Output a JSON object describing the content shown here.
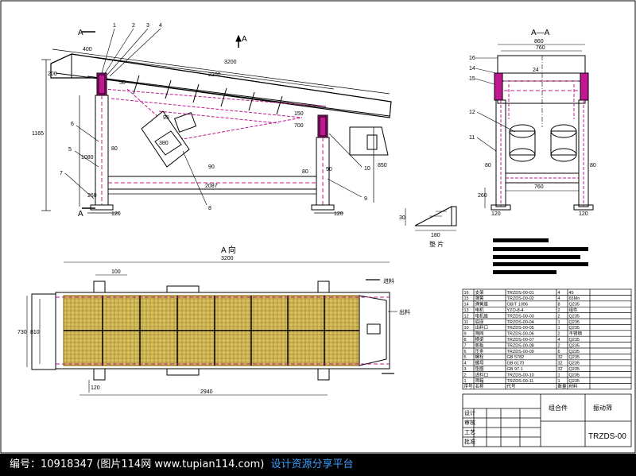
{
  "colors": {
    "line": "#000000",
    "accent": "#c01890",
    "mesh": "#d8c060",
    "mesh_line": "#806000"
  },
  "side_view": {
    "section_marks": [
      "A",
      "A"
    ],
    "dim_top_a": "400",
    "dim_length": "3200",
    "dim_inner": "2200",
    "dim_left_h": "200",
    "dim_height": "1165",
    "dim_frame_h": "1080",
    "dim_base": "2087",
    "dim_a": "80",
    "dim_b": "50",
    "dim_c": "90",
    "dim_d": "700",
    "dim_e": "150",
    "dim_f": "850",
    "dim_g": "260",
    "dim_foot_l": "120",
    "dim_foot_r": "120",
    "dim_small": "95",
    "dim_motor": "380",
    "callouts": [
      "1",
      "2",
      "3",
      "4",
      "6",
      "5",
      "7",
      "8",
      "9",
      "10"
    ]
  },
  "end_view": {
    "title": "A—A",
    "dim_top1": "860",
    "dim_top2": "760",
    "dim_base": "760",
    "dim_height": "260",
    "dim_left": "80",
    "dim_right": "80",
    "dim_inner": "24",
    "foot_l": "120",
    "foot_r": "120",
    "callouts": [
      "16",
      "14",
      "15",
      "12",
      "11"
    ]
  },
  "wedge": {
    "dim_h": "30",
    "dim_w": "180",
    "label": "垫 片"
  },
  "plan_view": {
    "title": "A 向",
    "dim_length": "3200",
    "dim_base": "2940",
    "dim_left1": "730",
    "dim_left2": "810",
    "dim_top_a": "100",
    "dim_side": "120",
    "callout_right": "出料",
    "callout_right2": "进料"
  },
  "title_block": {
    "title": "振动筛",
    "material": "组合件",
    "drawing_no": "TRZDS-00",
    "rows": [
      [
        "16",
        "支架",
        "TRZDS-00-01",
        "4",
        "45"
      ],
      [
        "15",
        "弹簧",
        "TRZDS-00-02",
        "4",
        "65Mn"
      ],
      [
        "14",
        "弹簧座",
        "GB/T 1096",
        "8",
        "Q235"
      ],
      [
        "13",
        "电机",
        "YZO-8-4",
        "2",
        "组件"
      ],
      [
        "12",
        "电机座",
        "TRZDS-00-03",
        "2",
        "Q235"
      ],
      [
        "11",
        "底座",
        "TRZDS-00-04",
        "1",
        "Q235"
      ],
      [
        "10",
        "出料口",
        "TRZDS-00-05",
        "1",
        "Q235"
      ],
      [
        "9",
        "筛网",
        "TRZDS-00-06",
        "2",
        "不锈钢"
      ],
      [
        "8",
        "横梁",
        "TRZDS-00-07",
        "4",
        "Q235"
      ],
      [
        "7",
        "侧板",
        "TRZDS-00-08",
        "2",
        "Q235"
      ],
      [
        "6",
        "压条",
        "TRZDS-00-09",
        "6",
        "Q235"
      ],
      [
        "5",
        "螺栓",
        "GB 5782",
        "32",
        "Q235"
      ],
      [
        "4",
        "螺母",
        "GB 6170",
        "32",
        "Q235"
      ],
      [
        "3",
        "垫圈",
        "GB 97.1",
        "32",
        "Q235"
      ],
      [
        "2",
        "进料口",
        "TRZDS-00-10",
        "1",
        "Q235"
      ],
      [
        "1",
        "筛箱",
        "TRZDS-00-11",
        "1",
        "Q235"
      ]
    ],
    "header": [
      "序号",
      "名称",
      "代号",
      "数量",
      "材料"
    ],
    "sign_rows": [
      "设计",
      "审核",
      "工艺",
      "批准"
    ]
  },
  "footer": {
    "id_label": "编号：10918347",
    "site_label": "(图片114网 www.tupian114.com)",
    "slogan": "设计资源分享平台"
  }
}
